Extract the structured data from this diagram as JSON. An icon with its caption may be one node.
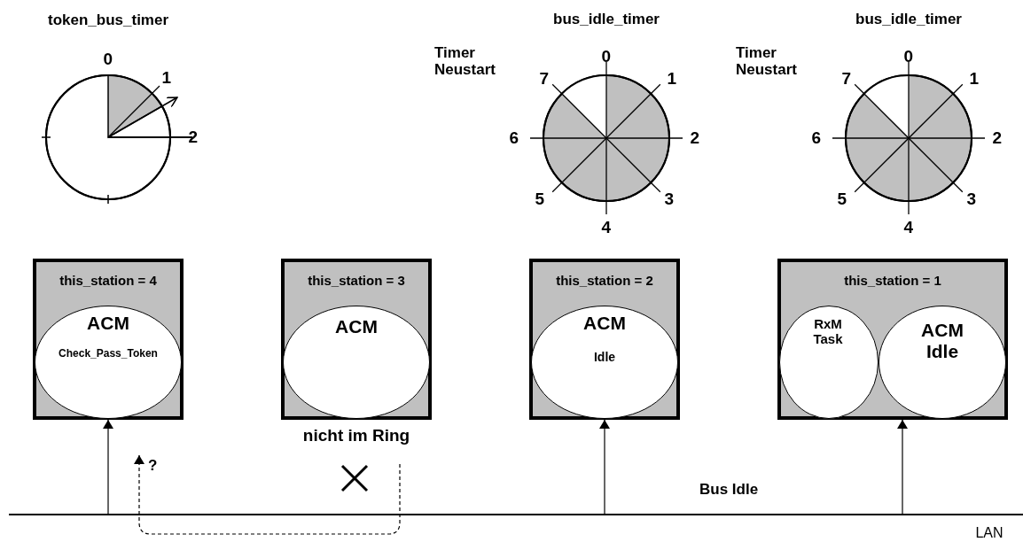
{
  "diagram": {
    "nodes": [
      {
        "text": [
          "this_station = 4"
        ]
      },
      {
        "text": [
          "ACM",
          "Check_Pass_Token"
        ],
        "in": 0
      },
      {
        "text": [
          "this_station = 3"
        ],
        "beside": [
          "nicht im Ring"
        ]
      },
      {
        "text": [
          "ACM"
        ],
        "in": 2
      },
      {
        "text": [
          "this_station = 2"
        ]
      },
      {
        "text": [
          "ACM",
          "Idle"
        ],
        "in": 4
      },
      {
        "text": [
          "this_station = 1"
        ]
      },
      {
        "text": [
          "RxM Task"
        ],
        "in": 6
      },
      {
        "text": [
          "ACM Idle"
        ],
        "in": 6
      },
      {
        "text": [],
        "shape": "bar",
        "beside": [
          "LAN"
        ]
      }
    ],
    "edges": [
      {
        "from": 9,
        "to": 0,
        "arrow": "to"
      },
      {
        "from": 9,
        "to": 4,
        "arrow": "to"
      },
      {
        "from": 9,
        "to": 6,
        "arrow": "to"
      },
      {
        "from": 2,
        "to": null,
        "arrow": "to",
        "label": "?",
        "style": "dashed"
      }
    ],
    "labels": [
      "token_bus_timer",
      "0",
      "1",
      "2",
      "bus_idle_timer",
      "Timer Neustart",
      "0",
      "1",
      "2",
      "3",
      "4",
      "5",
      "6",
      "7",
      "bus_idle_timer",
      "Timer Neustart",
      "0",
      "1",
      "2",
      "3",
      "4",
      "5",
      "6",
      "7",
      "Bus Idle"
    ]
  }
}
